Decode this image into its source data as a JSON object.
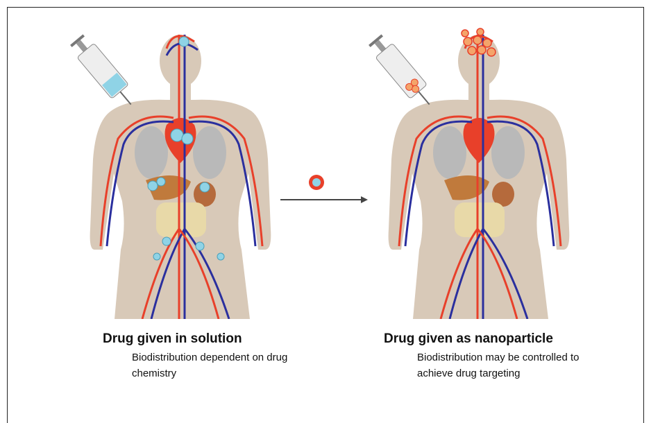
{
  "left_panel": {
    "title": "Drug given in solution",
    "description": "Biodistribution dependent on drug chemistry"
  },
  "right_panel": {
    "title": "Drug given as nanoparticle",
    "description": "Biodistribution may be controlled to achieve drug targeting"
  },
  "colors": {
    "body": "#d8c9b8",
    "artery": "#e8402a",
    "vein": "#2a2f9e",
    "drug": "#8fd3e6",
    "nanoparticle": "#f4a46a"
  },
  "icons": [
    "syringe-icon",
    "nanoparticle-icon",
    "arrow-right-icon"
  ]
}
